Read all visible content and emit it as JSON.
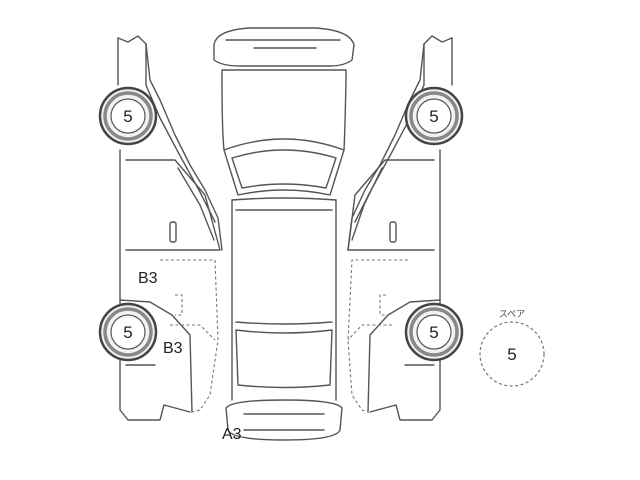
{
  "tires": {
    "front_left": "5",
    "front_right": "5",
    "rear_left": "5",
    "rear_right": "5"
  },
  "spare": {
    "label": "スペア",
    "value": "5"
  },
  "damage_marks": {
    "left_rear_door": "B3",
    "left_rear_quarter": "B3",
    "rear_bumper": "A3"
  }
}
